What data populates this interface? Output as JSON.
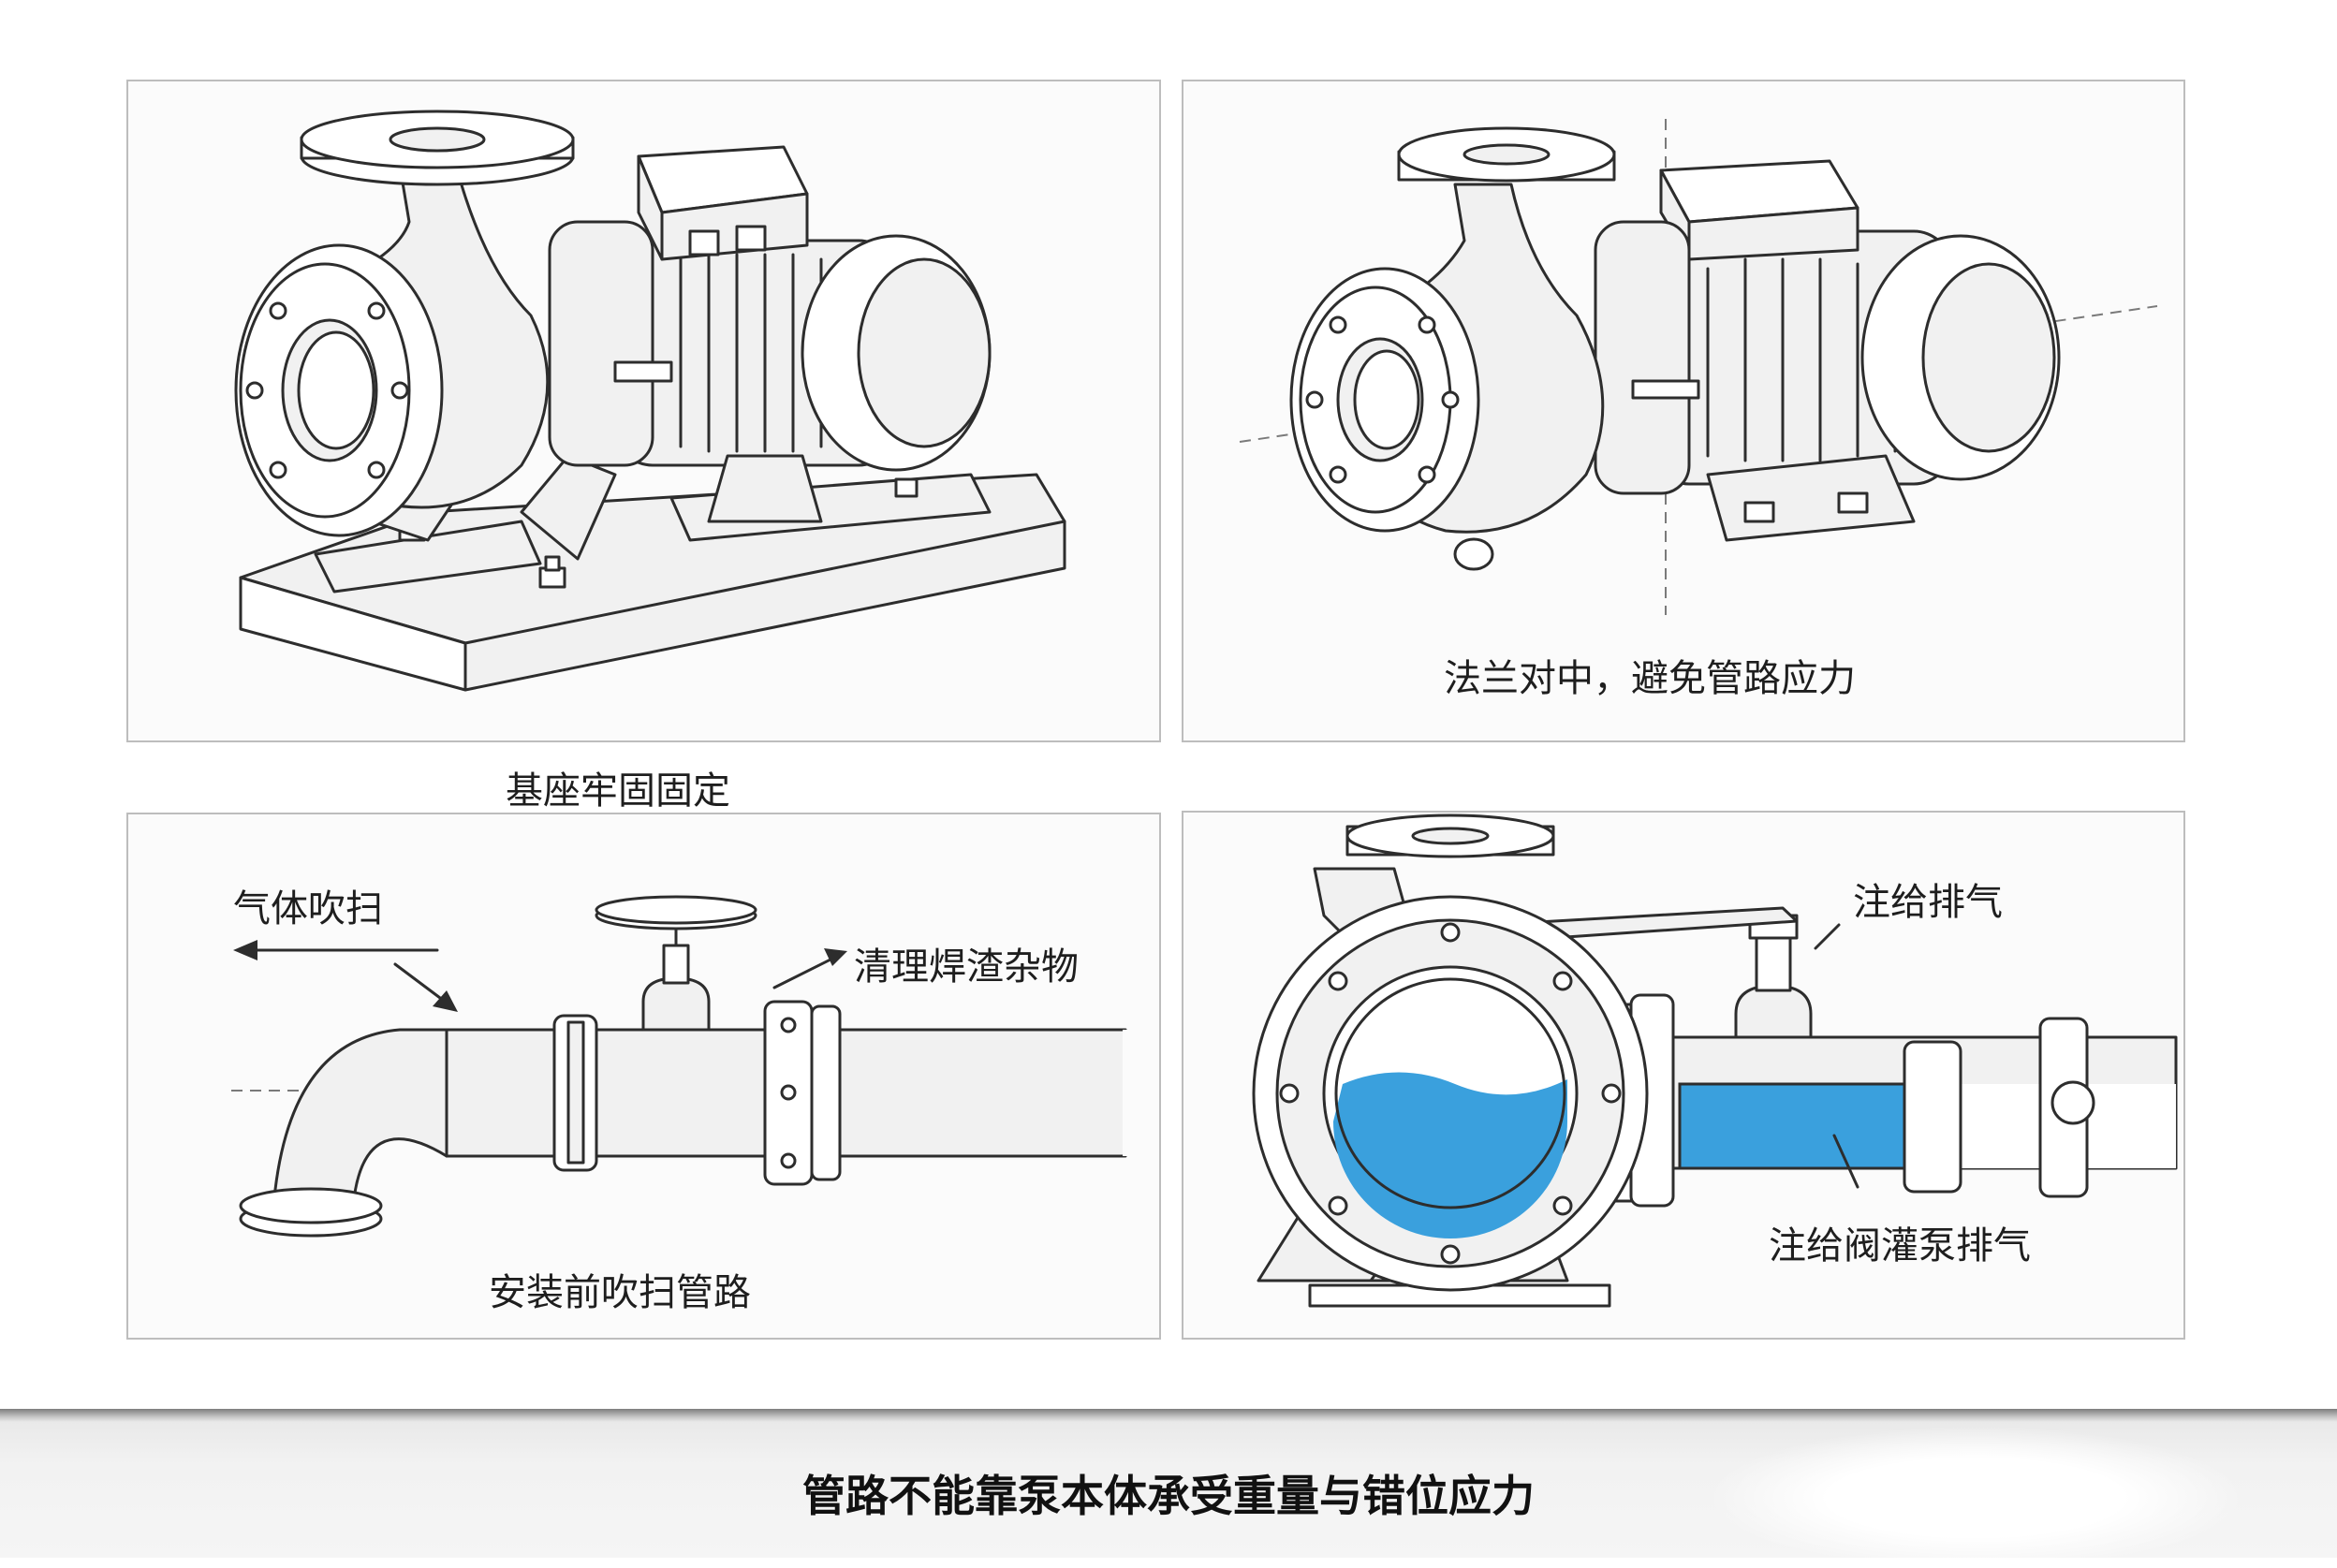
{
  "panels": {
    "base_fixing": {
      "caption": "基座牢固固定"
    },
    "flange_alignment": {
      "caption": "法兰对中，避免管路应力"
    },
    "pipe_flushing": {
      "caption": "安装前吹扫管路",
      "label_gas": "气体吹扫",
      "label_debris": "清理焊渣杂物"
    },
    "priming": {
      "label_vent": "注给排气",
      "label_valve": "注给阀灌泵排气"
    }
  },
  "bottom_title": "管路不能靠泵本体承受重量与错位应力",
  "colors": {
    "line": "#2d2d2d",
    "water": "#3aa0dd",
    "panel_border": "#bdbdbd"
  }
}
